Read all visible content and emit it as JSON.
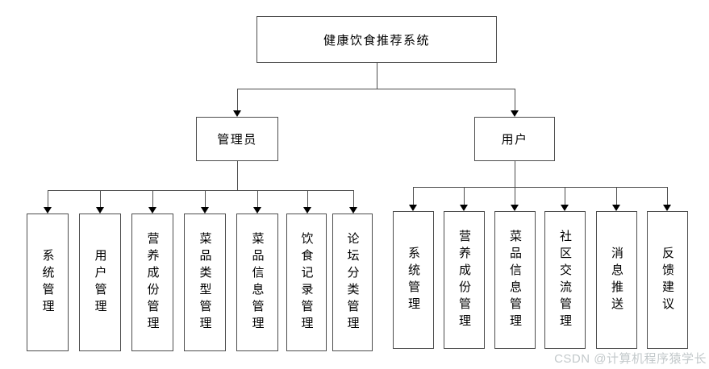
{
  "diagram": {
    "root_label": "健康饮食推荐系统",
    "branches": [
      {
        "label": "管理员",
        "children": [
          "系统管理",
          "用户管理",
          "营养成份管理",
          "菜品类型管理",
          "菜品信息管理",
          "饮食记录管理",
          "论坛分类管理"
        ]
      },
      {
        "label": "用户",
        "children": [
          "系统管理",
          "营养成份管理",
          "菜品信息管理",
          "社区交流管理",
          "消息推送",
          "反馈建议"
        ]
      }
    ]
  },
  "watermark": {
    "text": "CSDN @计算机程序猿学长"
  },
  "colors": {
    "background": "#ffffff",
    "box_border": "#4d4d4d",
    "connector_line": "#4d4d4d",
    "arrowhead": "#000000",
    "text": "#000000",
    "watermark_text": "#c3c9cb"
  }
}
